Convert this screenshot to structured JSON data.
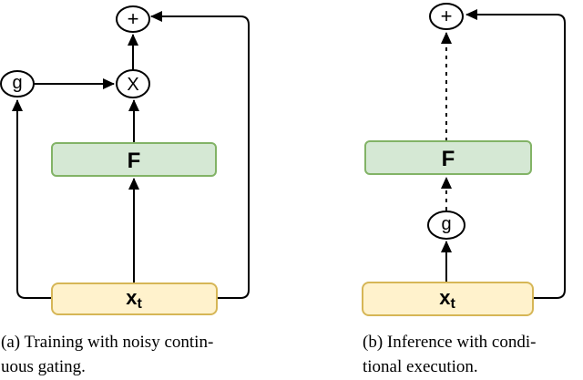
{
  "figure": {
    "colors": {
      "function_block_fill": "#d5e8d4",
      "function_block_border": "#82b366",
      "input_block_fill": "#fff2cc",
      "input_block_border": "#d6b656",
      "node_fill": "#ffffff",
      "node_border": "#000000",
      "connector": "#000000"
    },
    "panel_a": {
      "nodes": {
        "sum": "+",
        "multiply": "X",
        "gate": "g",
        "function_block": "F",
        "input_base": "x",
        "input_subscript": "t"
      },
      "caption": {
        "line1": "(a) Training with noisy contin-",
        "line2": "uous gating."
      }
    },
    "panel_b": {
      "nodes": {
        "sum": "+",
        "gate": "g",
        "function_block": "F",
        "input_base": "x",
        "input_subscript": "t"
      },
      "caption": {
        "line1": "(b) Inference with condi-",
        "line2": "tional execution."
      }
    }
  }
}
